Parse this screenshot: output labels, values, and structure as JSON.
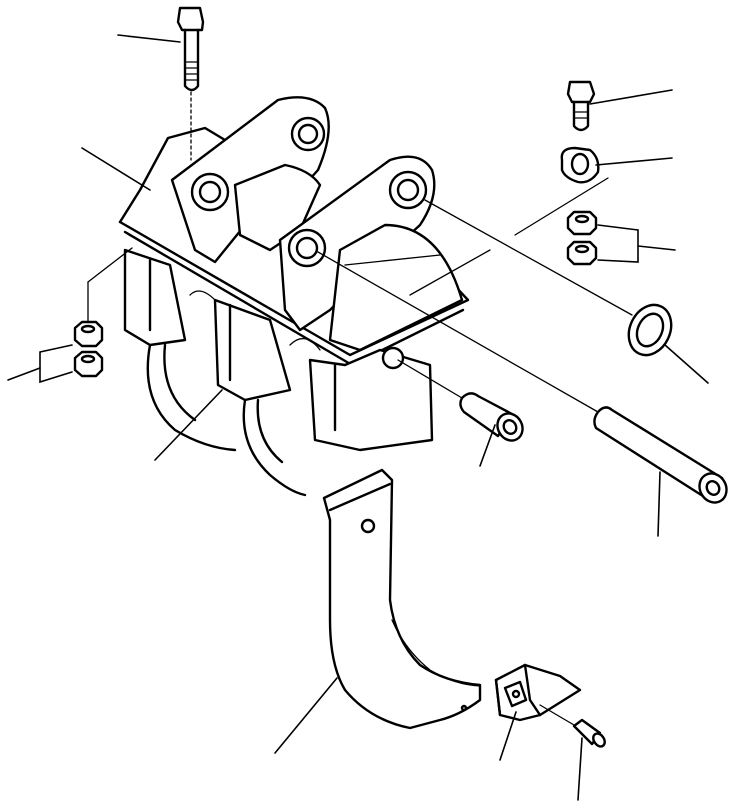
{
  "figure": {
    "kind": "exploded parts diagram",
    "callout_labels_printed": false,
    "background_color": "#ffffff",
    "line_color": "#000000"
  },
  "parts": [
    {
      "id": "bolt-top",
      "icon": "hex-bolt-icon"
    },
    {
      "id": "ripper-frame",
      "icon": "shank-holder-frame-icon"
    },
    {
      "id": "nut-pair-left",
      "icon": "hex-nut-icon"
    },
    {
      "id": "ripper-shanks",
      "icon": "curved-shank-icon"
    },
    {
      "id": "bolt-right",
      "icon": "hex-bolt-icon"
    },
    {
      "id": "spacer-collar",
      "icon": "collar-icon"
    },
    {
      "id": "nut-pair-right",
      "icon": "hex-nut-icon"
    },
    {
      "id": "washer",
      "icon": "washer-icon"
    },
    {
      "id": "pin-short",
      "icon": "pin-icon"
    },
    {
      "id": "pin-long",
      "icon": "pin-icon"
    },
    {
      "id": "ripper-shank",
      "icon": "curved-shank-icon"
    },
    {
      "id": "ripper-tip",
      "icon": "tooth-tip-icon"
    },
    {
      "id": "tip-pin",
      "icon": "pin-icon"
    }
  ]
}
